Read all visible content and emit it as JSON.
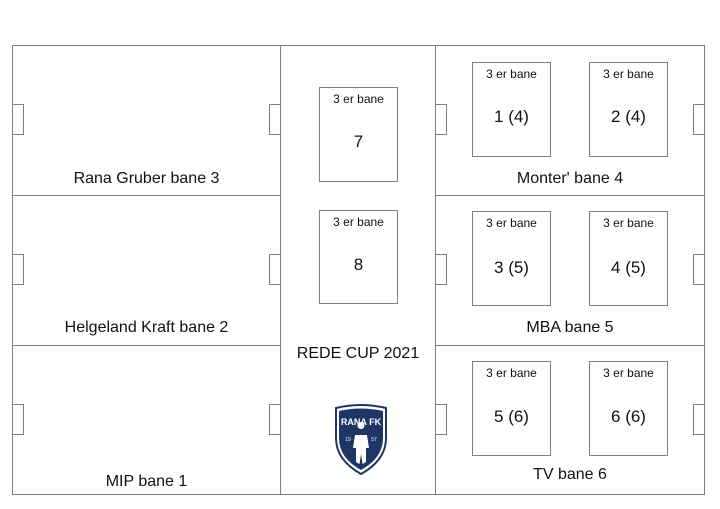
{
  "title": "REDE CUP 2021",
  "logo": {
    "club_text": "RANA FK",
    "year_left": "19",
    "year_right": "57",
    "color": "#1f3566"
  },
  "big_fields": [
    {
      "label": "Rana Gruber bane 3"
    },
    {
      "label": "Helgeland Kraft bane 2"
    },
    {
      "label": "MIP bane 1"
    },
    {
      "label": "Monter' bane 4"
    },
    {
      "label": "MBA bane 5"
    },
    {
      "label": "TV bane 6"
    }
  ],
  "small_fields": [
    {
      "caption": "3 er bane",
      "number": "7"
    },
    {
      "caption": "3 er bane",
      "number": "8"
    },
    {
      "caption": "3 er bane",
      "number": "1 (4)"
    },
    {
      "caption": "3 er bane",
      "number": "2 (4)"
    },
    {
      "caption": "3 er bane",
      "number": "3 (5)"
    },
    {
      "caption": "3 er bane",
      "number": "4 (5)"
    },
    {
      "caption": "3 er bane",
      "number": "5 (6)"
    },
    {
      "caption": "3 er bane",
      "number": "6 (6)"
    }
  ]
}
